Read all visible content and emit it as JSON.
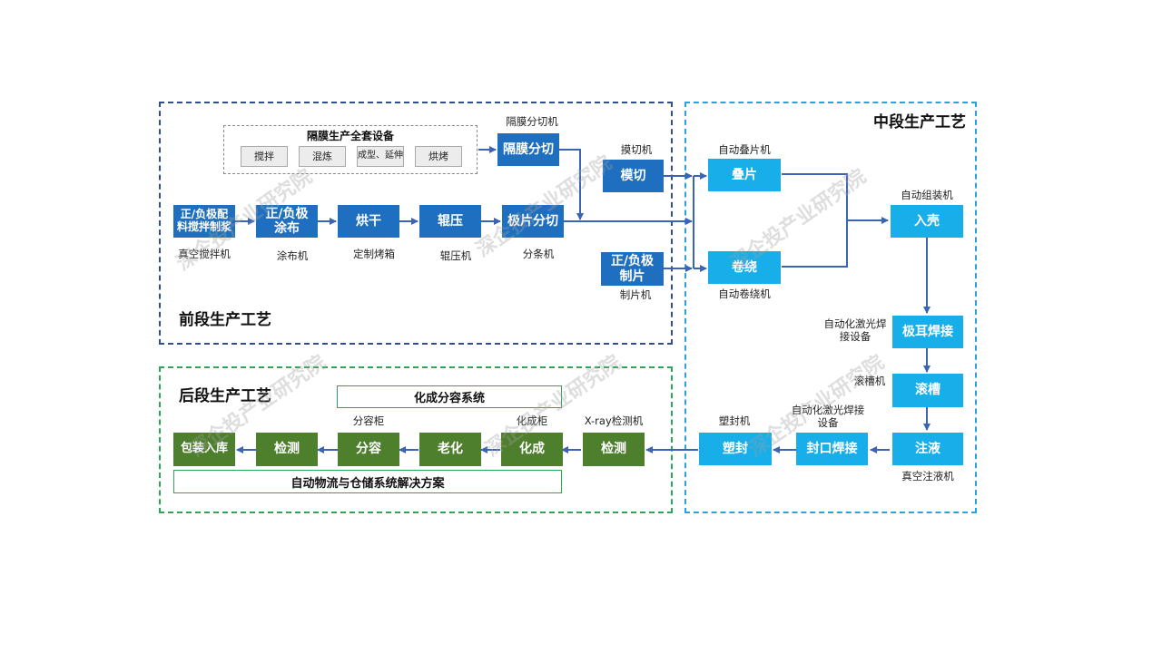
{
  "regions": {
    "front": {
      "title": "前段生产工艺"
    },
    "middle": {
      "title": "中段生产工艺"
    },
    "back": {
      "title": "后段生产工艺"
    }
  },
  "separator_group": {
    "title": "隔膜生产全套设备",
    "steps": [
      "搅拌",
      "混炼",
      "成型、延伸",
      "烘烤"
    ]
  },
  "front_steps": {
    "separator_cut": {
      "label": "隔膜分切",
      "machine": "隔膜分切机"
    },
    "slurry": {
      "label": "正/负极配料搅拌制浆",
      "machine": "真空搅拌机"
    },
    "coating": {
      "label": "正/负极涂布",
      "machine": "涂布机"
    },
    "drying": {
      "label": "烘干",
      "machine": "定制烤箱"
    },
    "rolling": {
      "label": "辊压",
      "machine": "辊压机"
    },
    "slitting": {
      "label": "极片分切",
      "machine": "分条机"
    },
    "die_cut": {
      "label": "模切",
      "machine": "摸切机"
    },
    "tab_making": {
      "label": "正/负极制片",
      "machine": "制片机"
    }
  },
  "middle_steps": {
    "stacking": {
      "label": "叠片",
      "machine": "自动叠片机"
    },
    "winding": {
      "label": "卷绕",
      "machine": "自动卷绕机"
    },
    "casing": {
      "label": "入壳",
      "machine": "自动组装机"
    },
    "tab_welding": {
      "label": "极耳焊接",
      "machine": "自动化激光焊接设备"
    },
    "grooving": {
      "label": "滚槽",
      "machine": "滚槽机"
    },
    "filling": {
      "label": "注液",
      "machine": "真空注液机"
    },
    "seal_welding": {
      "label": "封口焊接",
      "machine": "自动化激光焊接设备"
    },
    "plastic_seal": {
      "label": "塑封",
      "machine": "塑封机"
    }
  },
  "back_steps": {
    "xray": {
      "label": "检测",
      "machine": "X-ray检测机"
    },
    "formation": {
      "label": "化成",
      "machine": "化成柜"
    },
    "aging": {
      "label": "老化",
      "machine": ""
    },
    "grading": {
      "label": "分容",
      "machine": "分容柜"
    },
    "inspection": {
      "label": "检测",
      "machine": ""
    },
    "packing": {
      "label": "包装入库",
      "machine": ""
    }
  },
  "systems": {
    "formation_grading": "化成分容系统",
    "logistics": "自动物流与仓储系统解决方案"
  },
  "watermark": "深企投产业研究院",
  "colors": {
    "front_box": "#1f6fc0",
    "middle_box": "#17aeea",
    "back_box": "#4d7f2d",
    "arrow": "#3c64b4",
    "front_border": "#2f4f8f",
    "middle_border": "#29a3d9",
    "back_border": "#2aa85a"
  }
}
